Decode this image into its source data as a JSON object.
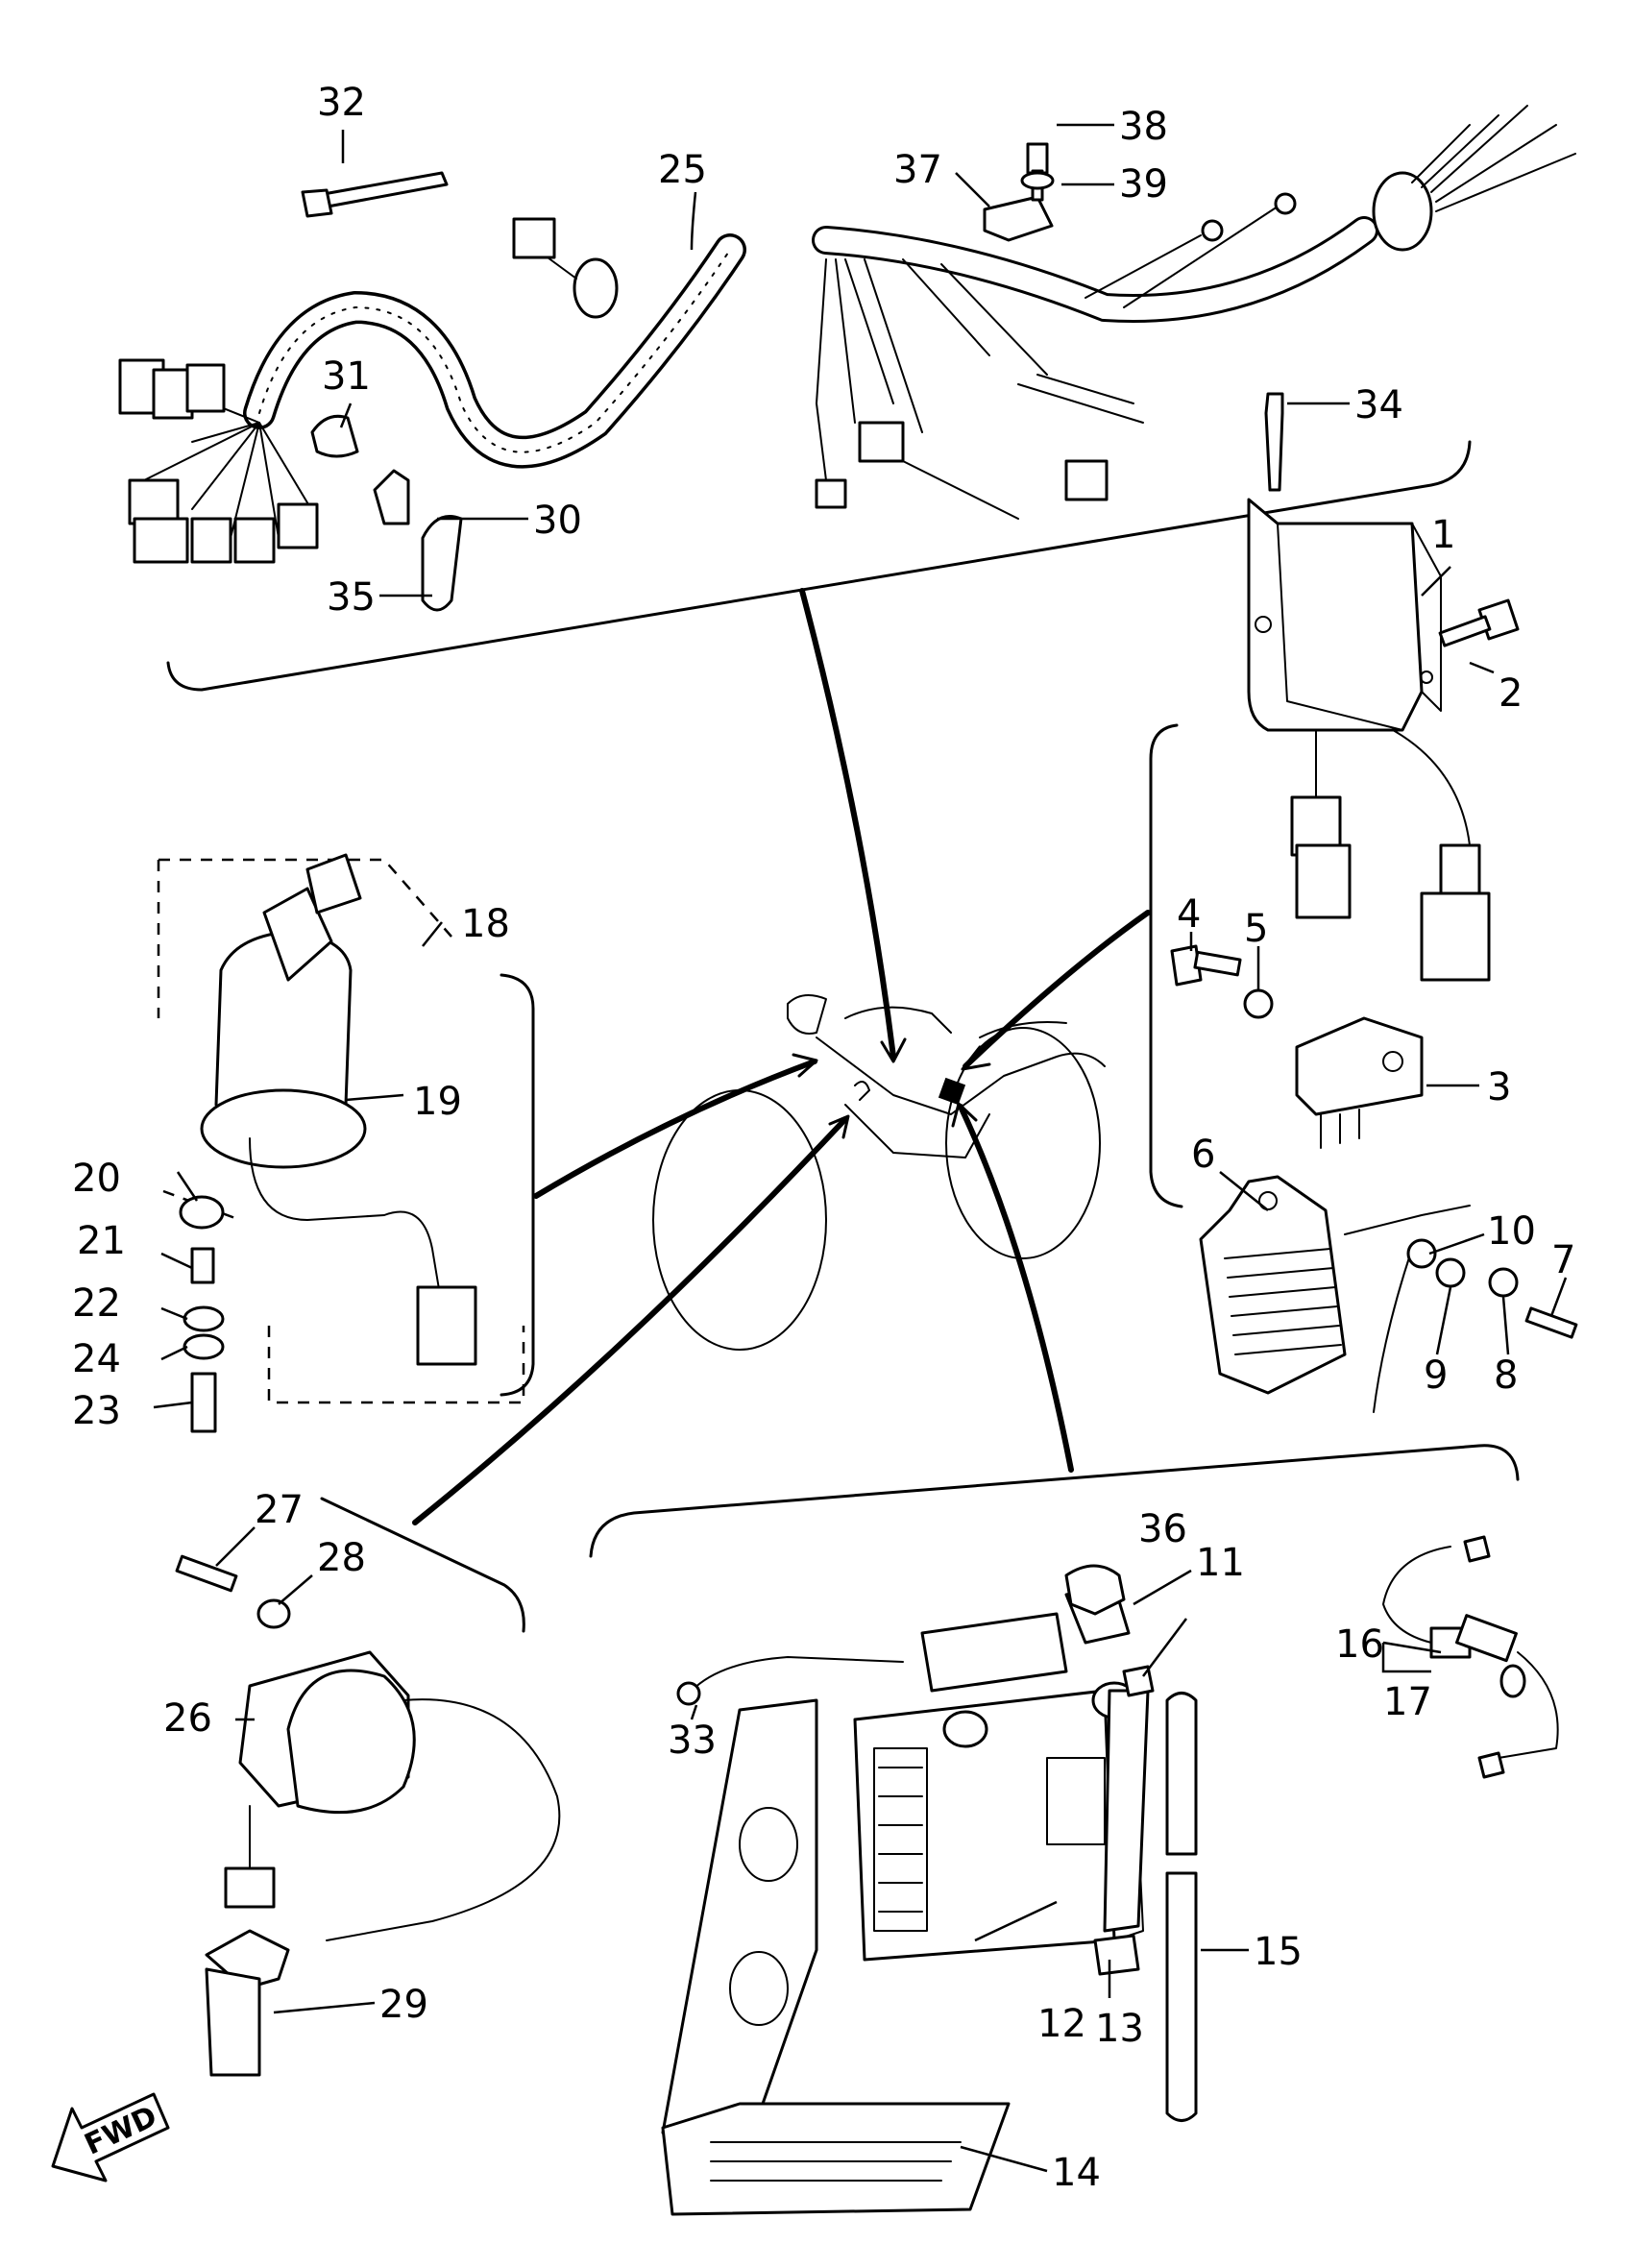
{
  "diagram": {
    "callouts": [
      "1",
      "2",
      "3",
      "4",
      "5",
      "6",
      "7",
      "8",
      "9",
      "10",
      "11",
      "12",
      "13",
      "14",
      "15",
      "16",
      "17",
      "18",
      "19",
      "20",
      "21",
      "22",
      "23",
      "24",
      "25",
      "26",
      "27",
      "28",
      "29",
      "30",
      "31",
      "32",
      "33",
      "34",
      "35",
      "36",
      "37",
      "38",
      "39"
    ],
    "fwd_label": "FWD",
    "colors": {
      "line": "#000000",
      "background": "#ffffff"
    }
  }
}
